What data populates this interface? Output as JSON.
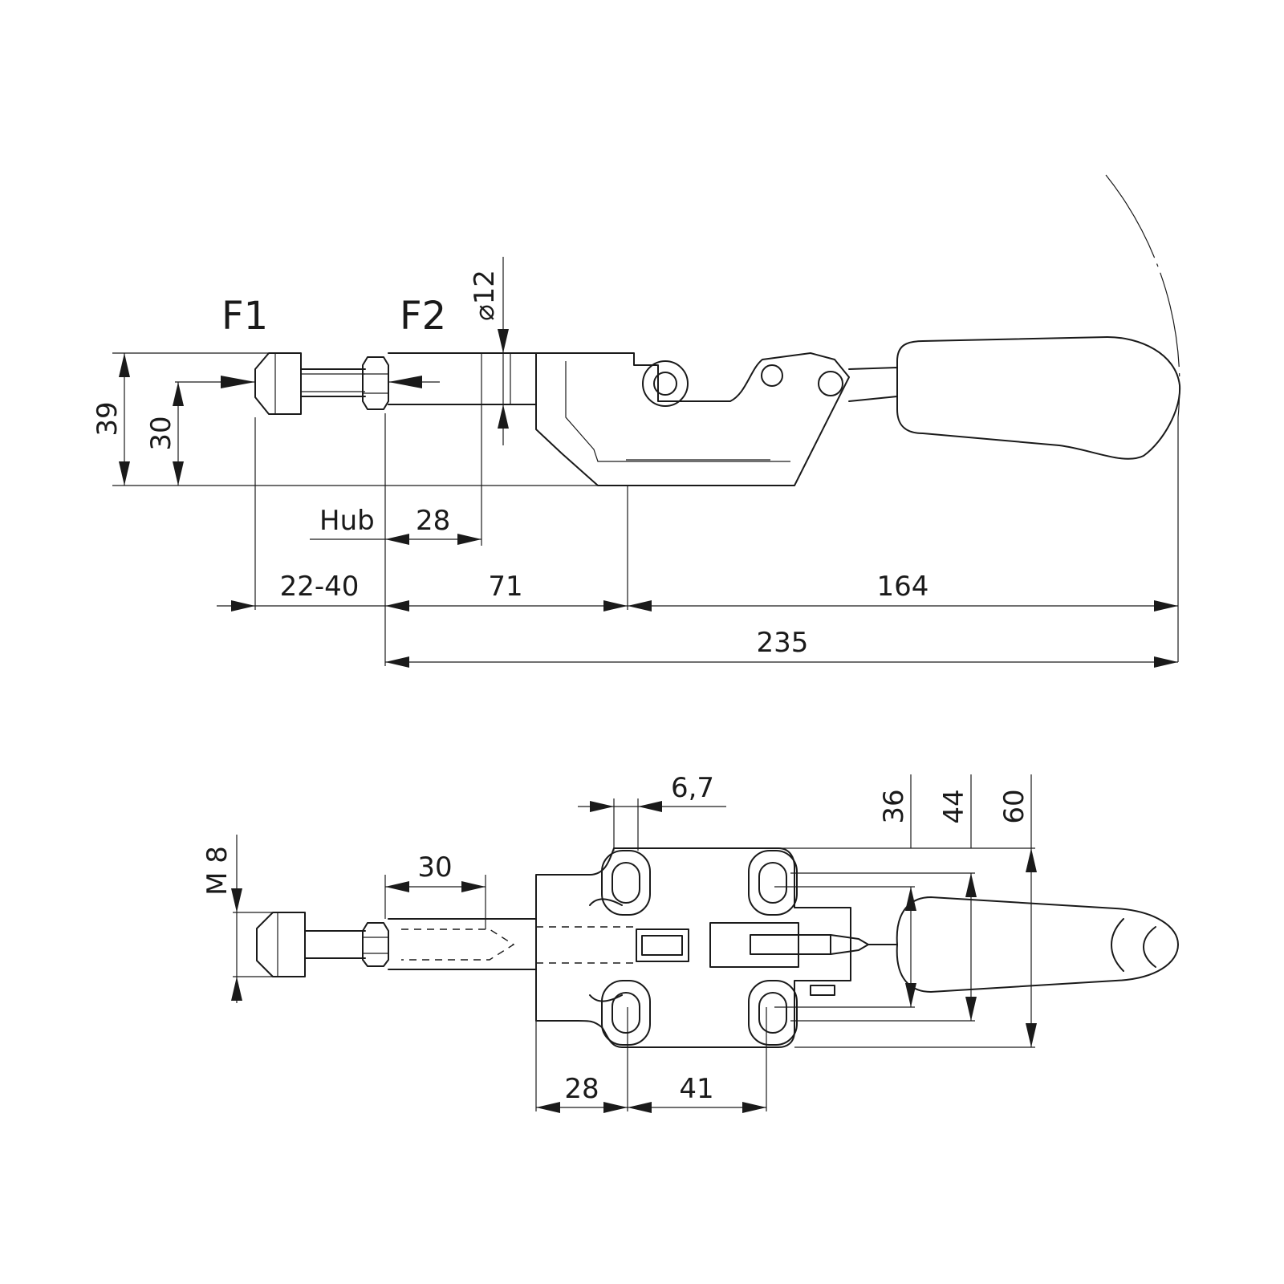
{
  "side_view": {
    "force_labels": {
      "f1": "F1",
      "f2": "F2"
    },
    "dimensions": {
      "overall_height": "39",
      "spindle_height": "30",
      "spindle_diameter": "⌀12",
      "stroke_label": "Hub",
      "stroke": "28",
      "spindle_adjust": "22-40",
      "base_offset": "71",
      "handle_reach": "164",
      "overall_length": "235"
    }
  },
  "top_view": {
    "dimensions": {
      "thread": "M 8",
      "thread_length": "30",
      "slot_width": "6,7",
      "hole_spacing_inner": "36",
      "hole_spacing_outer": "44",
      "base_width": "60",
      "front_offset": "28",
      "hole_pitch": "41"
    }
  }
}
